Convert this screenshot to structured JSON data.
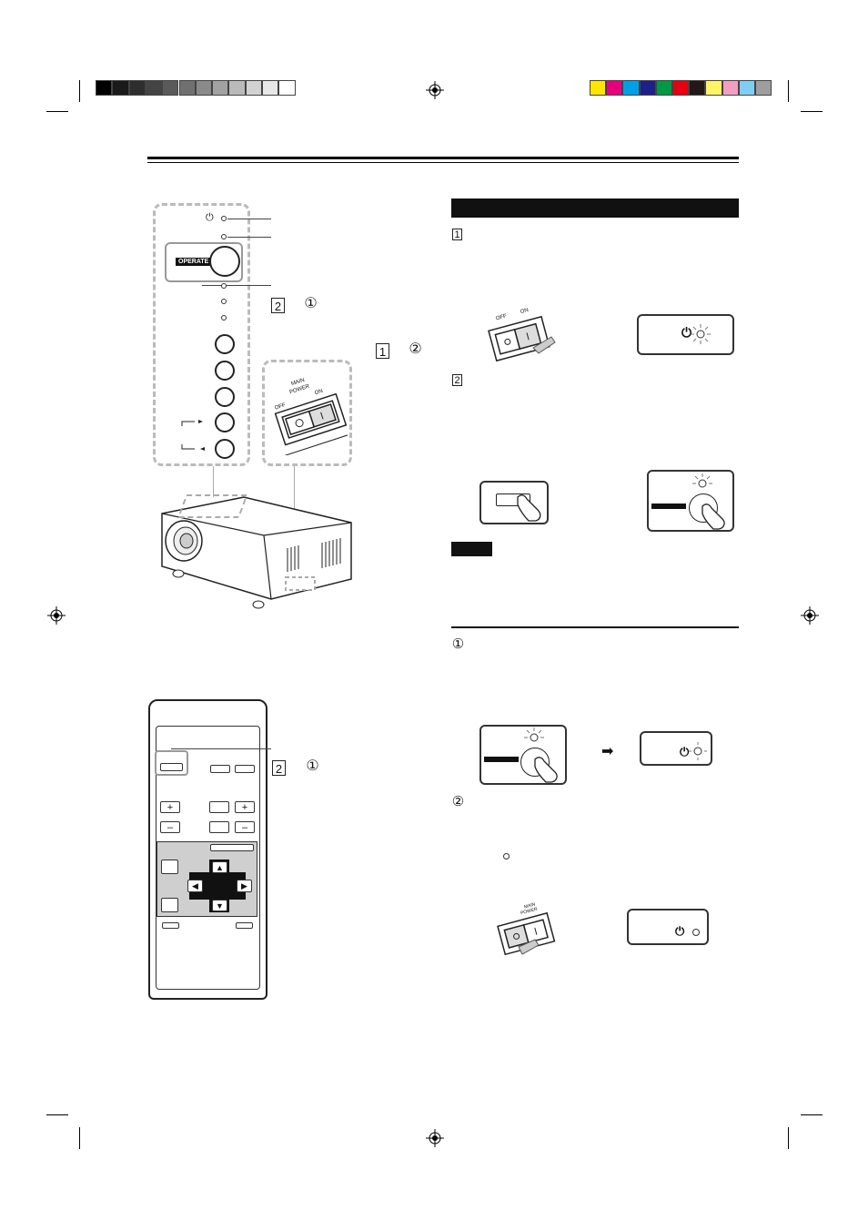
{
  "registration_marks": {
    "grayscale_swatches": [
      "#000000",
      "#1a1a1a",
      "#2e2e2e",
      "#444444",
      "#5a5a5a",
      "#707070",
      "#8a8a8a",
      "#a2a2a2",
      "#bababa",
      "#d2d2d2",
      "#e8e8e8",
      "#ffffff"
    ],
    "color_swatches": [
      "#ffe600",
      "#e6007e",
      "#00a0e9",
      "#1d2088",
      "#009944",
      "#e60012",
      "#231815",
      "#fff462",
      "#f19ec2",
      "#7ecef4",
      "#9e9e9f"
    ]
  },
  "control_panel": {
    "operate_label": "OPERATE",
    "power_symbol": "⏻"
  },
  "main_power_switch": {
    "title_line1": "MAIN",
    "title_line2": "POWER",
    "off_label": "OFF",
    "on_label": "ON",
    "switch_glyph": "I"
  },
  "callouts": {
    "step1_num": "1",
    "step2_num": "2",
    "sub1": "①",
    "sub2": "②"
  },
  "right_column": {
    "step1_num": "1",
    "step2_num": "2",
    "sub1": "①",
    "sub2": "②",
    "power_symbol": "⏻",
    "arrow": "➡",
    "off_label": "OFF",
    "on_label": "ON",
    "main_label": "MAIN",
    "power_label": "POWER"
  },
  "remote": {
    "plus": "+",
    "minus": "–",
    "up": "▲",
    "down": "▼",
    "left": "◀",
    "right": "▶"
  }
}
